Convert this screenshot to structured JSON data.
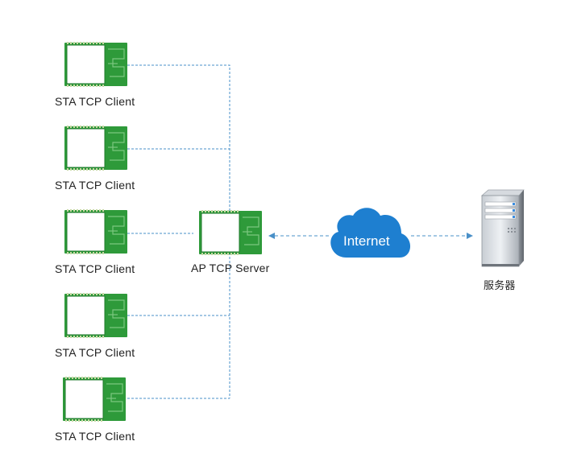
{
  "clients": [
    {
      "label": "STA  TCP  Client"
    },
    {
      "label": "STA  TCP  Client"
    },
    {
      "label": "STA  TCP  Client"
    },
    {
      "label": "STA  TCP  Client"
    },
    {
      "label": "STA  TCP  Client"
    }
  ],
  "ap": {
    "label": "AP TCP Server"
  },
  "cloud": {
    "label": "Internet"
  },
  "server": {
    "label": "服务器"
  },
  "colors": {
    "pcb": "#2e9a3a",
    "pcb_trace": "#7cc77f",
    "shield": "#ffffff",
    "line": "#4a90c8",
    "cloud": "#1e7fd0"
  },
  "icons": {
    "module": "wifi-module-icon",
    "cloud": "cloud-icon",
    "server": "server-tower-icon"
  }
}
